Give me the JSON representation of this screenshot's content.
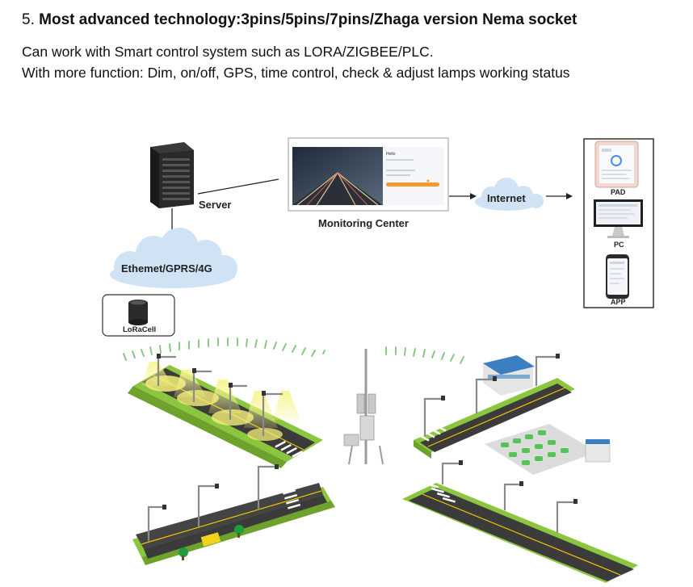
{
  "heading": {
    "number": "5.",
    "text": "Most advanced technology:3pins/5pins/7pins/Zhaga version Nema socket"
  },
  "description": {
    "line1": "Can work with Smart control system such as LORA/ZIGBEE/PLC.",
    "line2": "With more function: Dim, on/off, GPS, time control, check & adjust lamps working status"
  },
  "diagram": {
    "server_label": "Server",
    "monitoring_label": "Monitoring Center",
    "internet_label": "Internet",
    "network_label": "Ethemet/GPRS/4G",
    "lora_label": "LoRaCell",
    "devices": {
      "pad": "PAD",
      "pc": "PC",
      "app": "APP"
    },
    "screen": {
      "greeting": "Hello"
    }
  },
  "colors": {
    "cloud": "#cfe3f5",
    "road": "#3b3b3b",
    "grass": "#8cc63f",
    "road_line": "#f2c200",
    "light": "#f5f07a",
    "signal": "#7cc576",
    "building": "#3a7fc1"
  }
}
